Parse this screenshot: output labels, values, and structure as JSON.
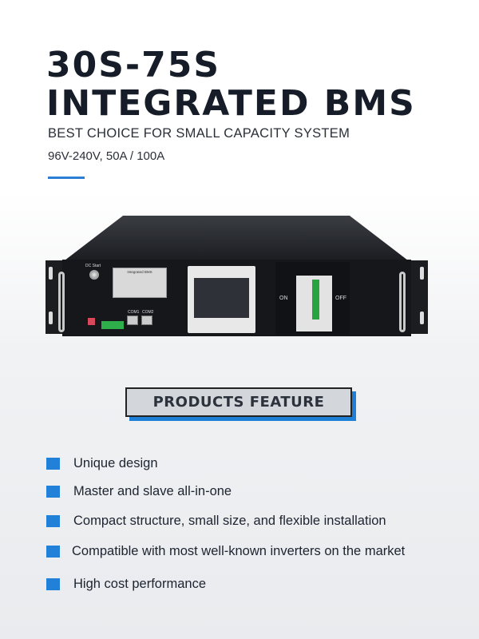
{
  "header": {
    "title_line1": "30S-75S",
    "title_line2": "INTEGRATED BMS",
    "subtitle": "BEST CHOICE FOR SMALL CAPACITY SYSTEM",
    "spec": "96V-240V, 50A / 100A",
    "accent_color": "#2a7fd4"
  },
  "device": {
    "dc_start": "DC Start",
    "plate_title": "Integrated BMS",
    "com1": "COM1",
    "com2": "COM2",
    "on": "ON",
    "off": "OFF"
  },
  "section": {
    "title": "PRODUCTS FEATURE",
    "shadow_color": "#1e7fd6"
  },
  "features": [
    {
      "label": "Unique design",
      "icon": "blue-square-bullet"
    },
    {
      "label": "Master and slave all-in-one",
      "icon": "blue-square-bullet"
    },
    {
      "label": "Compact structure, small size, and flexible installation",
      "icon": "blue-square-bullet"
    },
    {
      "label": "Compatible with most well-known inverters on the market",
      "icon": "blue-square-bullet"
    },
    {
      "label": "High cost performance",
      "icon": "blue-square-bullet"
    }
  ]
}
